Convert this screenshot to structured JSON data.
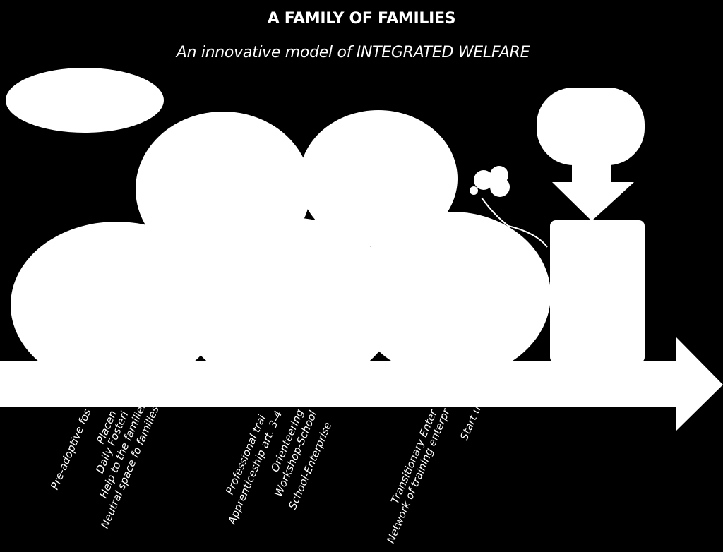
{
  "header": {
    "title": "A FAMILY OF FAMILIES",
    "subtitle": "An innovative model of INTEGRATED WELFARE"
  },
  "colors": {
    "background": "#000000",
    "foreground": "#ffffff"
  },
  "labels": {
    "group1": [
      "Pre-adoptive fos",
      "Placen",
      "Daily Fosteri",
      "Help to the families",
      "Neutral space fo families"
    ],
    "group2": [
      "Professional trai",
      "Apprenticeship art. 3-4",
      "Orienteering",
      "Workshop-School",
      "School-Enterprise"
    ],
    "group3": [
      "Transitionary Enter",
      "Network of training enterpr",
      "Start u"
    ]
  }
}
